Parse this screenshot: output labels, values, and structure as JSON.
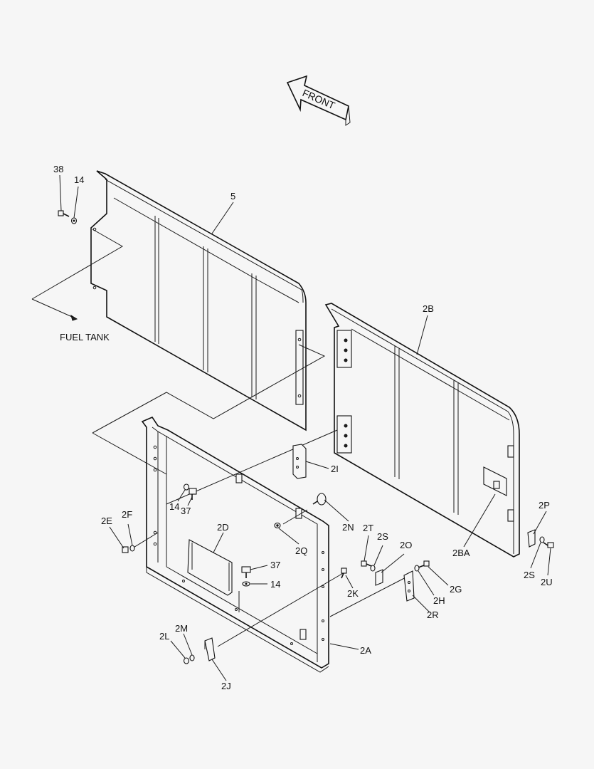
{
  "front_arrow": {
    "label": "FRONT"
  },
  "annotations": {
    "fuel_tank": "FUEL TANK"
  },
  "callouts": {
    "c38": "38",
    "c14a": "14",
    "c5": "5",
    "c2B": "2B",
    "c2I": "2I",
    "c14b": "14",
    "c37a": "37",
    "c2N": "2N",
    "c2E": "2E",
    "c2F": "2F",
    "c2D": "2D",
    "c2Q": "2Q",
    "c2T": "2T",
    "c2S_top": "2S",
    "c2O": "2O",
    "c2BA": "2BA",
    "c2P": "2P",
    "c2S_bot": "2S",
    "c2U": "2U",
    "c37b": "37",
    "c14c": "14",
    "c2K": "2K",
    "c2G": "2G",
    "c2H": "2H",
    "c2R": "2R",
    "c2M": "2M",
    "c2L": "2L",
    "c2A": "2A",
    "c2J": "2J"
  }
}
